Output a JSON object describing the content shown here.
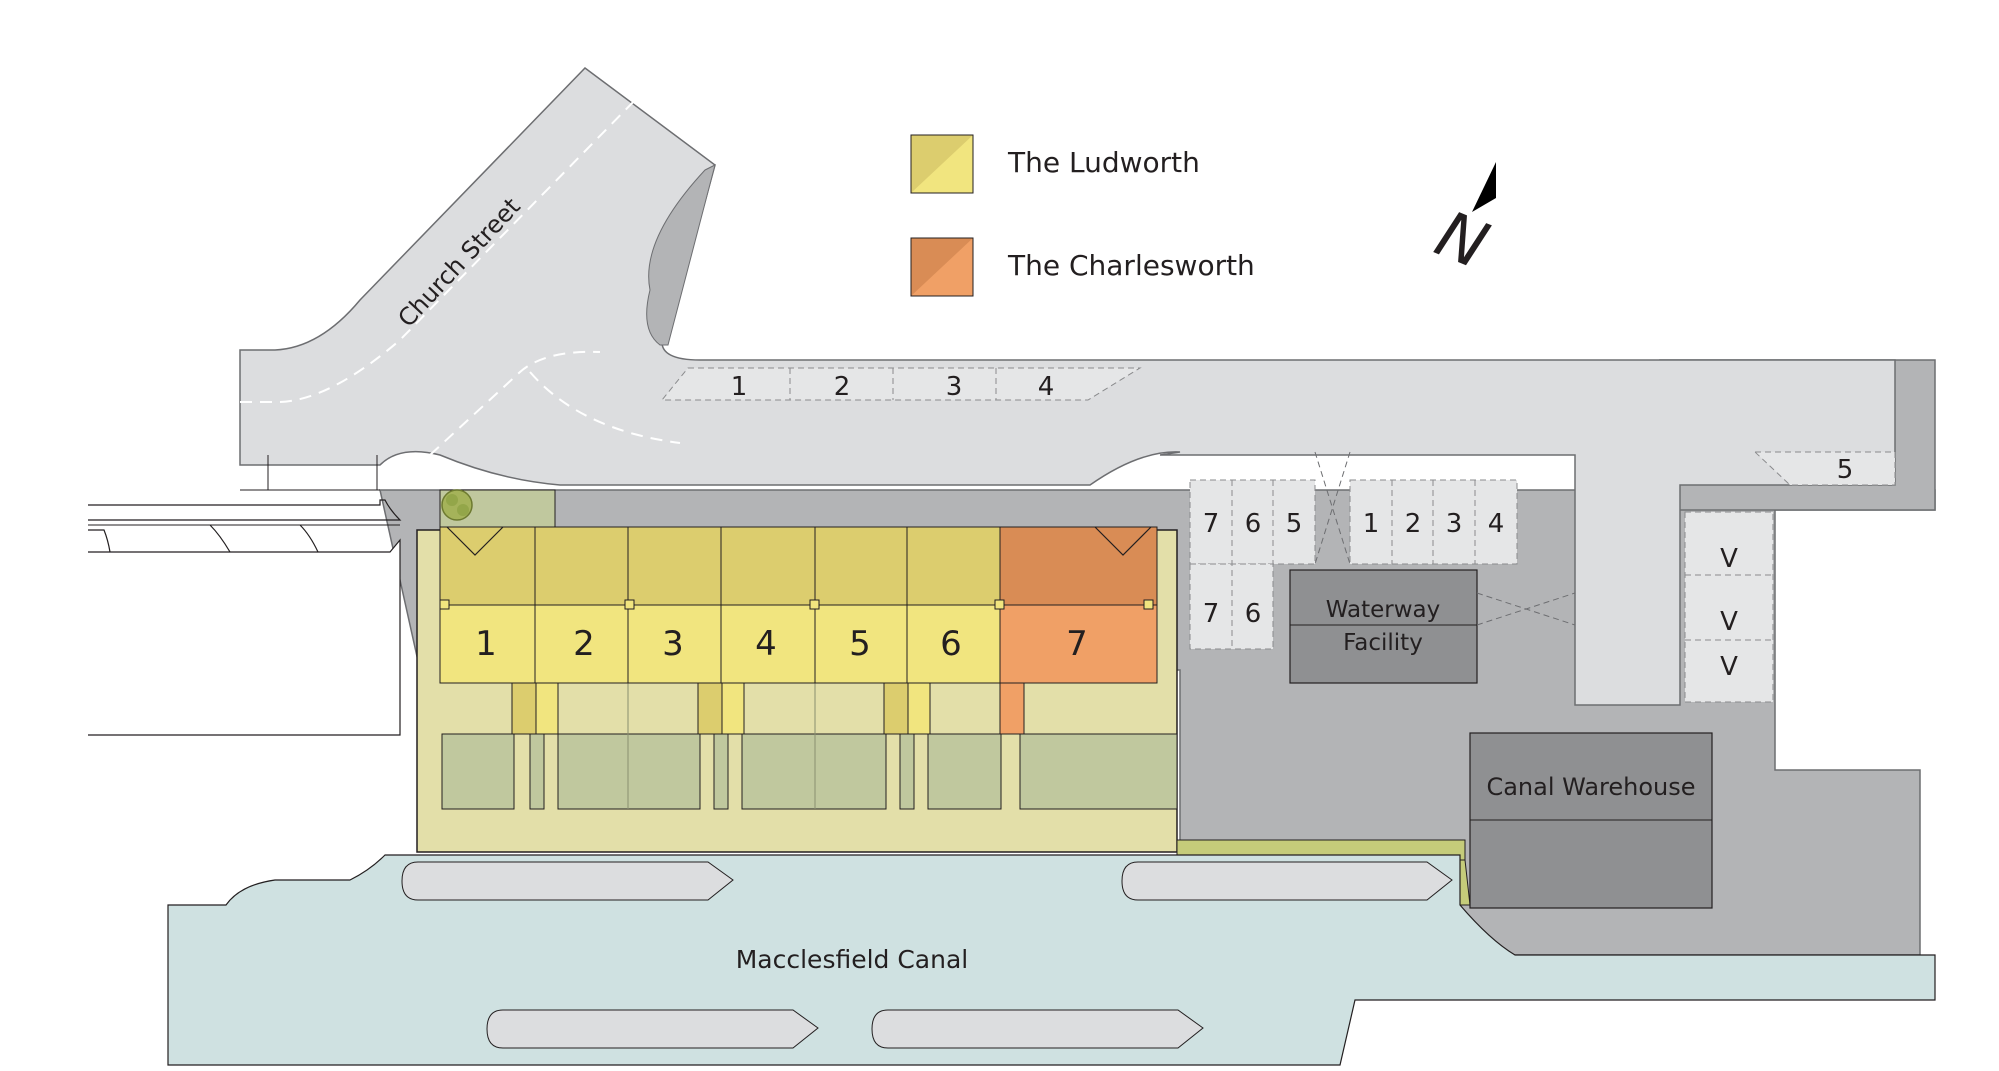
{
  "legend": {
    "items": [
      {
        "label": "The Ludworth",
        "color_a": "#dccd6e",
        "color_b": "#f1e57f"
      },
      {
        "label": "The Charlesworth",
        "color_a": "#d98c55",
        "color_b": "#f0a066"
      }
    ]
  },
  "compass": {
    "letter": "N"
  },
  "streets": {
    "church_street": "Church Street"
  },
  "canal": {
    "name": "Macclesfield Canal"
  },
  "buildings": {
    "waterway_line1": "Waterway",
    "waterway_line2": "Facility",
    "canal_warehouse": "Canal Warehouse"
  },
  "units": [
    "1",
    "2",
    "3",
    "4",
    "5",
    "6",
    "7"
  ],
  "parking": {
    "top_row": [
      "1",
      "2",
      "3",
      "4"
    ],
    "bay_5": "5",
    "mid_left_row1": [
      "7",
      "6",
      "5"
    ],
    "mid_left_row2": [
      "7",
      "6"
    ],
    "mid_right_row": [
      "1",
      "2",
      "3",
      "4"
    ],
    "visitor": [
      "V",
      "V",
      "V"
    ]
  },
  "colors": {
    "road": "#dcdddf",
    "courtyard": "#b3b4b6",
    "building": "#8f9092",
    "water": "#cfe1e1",
    "garden": "#c0c89e",
    "plot_fill": "#e3dfa9",
    "ludworth": "#f1e57f",
    "ludworth_roof": "#dccd6e",
    "charlesworth": "#f0a066",
    "charlesworth_roof": "#d98c55"
  }
}
